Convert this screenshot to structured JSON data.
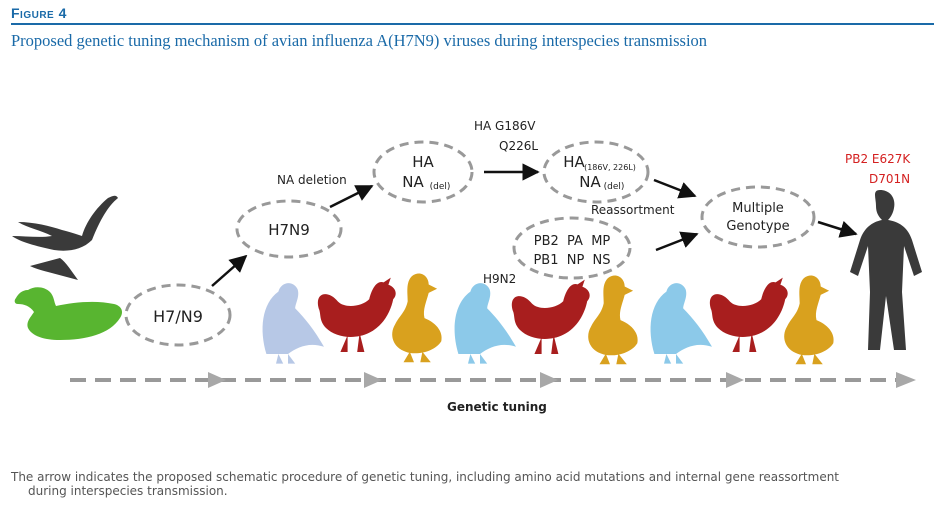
{
  "figure": {
    "label": "Figure 4",
    "title": "Proposed genetic tuning mechanism of avian influenza A(H7N9) viruses during interspecies transmission"
  },
  "nodes": {
    "n1": "H7/N9",
    "n2": "H7N9",
    "n3_line1": "HA",
    "n3_line2": "NA",
    "n3_sub": "(del)",
    "n4_line1": "HA",
    "n4_sub1": "(186V, 226L)",
    "n4_line2": "NA",
    "n4_sub2": "(del)",
    "n5_line1": "PB2  PA  MP",
    "n5_line2": "PB1  NP  NS",
    "n6_line1": "Multiple",
    "n6_line2": "Genotype"
  },
  "edge_labels": {
    "na_deletion": "NA deletion",
    "ha_line1": "HA G186V",
    "ha_line2": "Q226L",
    "reassortment": "Reassortment",
    "h9n2": "H9N2",
    "pb2": "PB2 E627K",
    "d701n": "D701N"
  },
  "axis": {
    "label": "Genetic tuning"
  },
  "caption": {
    "line1": "The arrow indicates the proposed schematic procedure of genetic tuning, including amino acid mutations and internal gene reassortment",
    "line2": "during interspecies transmission."
  },
  "colors": {
    "accent": "#1a6aa8",
    "mutation_red": "#d42020",
    "wild_duck": "#58b530",
    "wild_bird": "#3a3a3a",
    "pigeon_a": "#b7c8e6",
    "pigeon_b": "#8cc9e9",
    "chicken": "#a81e1e",
    "duck": "#d9a11e",
    "human": "#3a3a3a"
  }
}
